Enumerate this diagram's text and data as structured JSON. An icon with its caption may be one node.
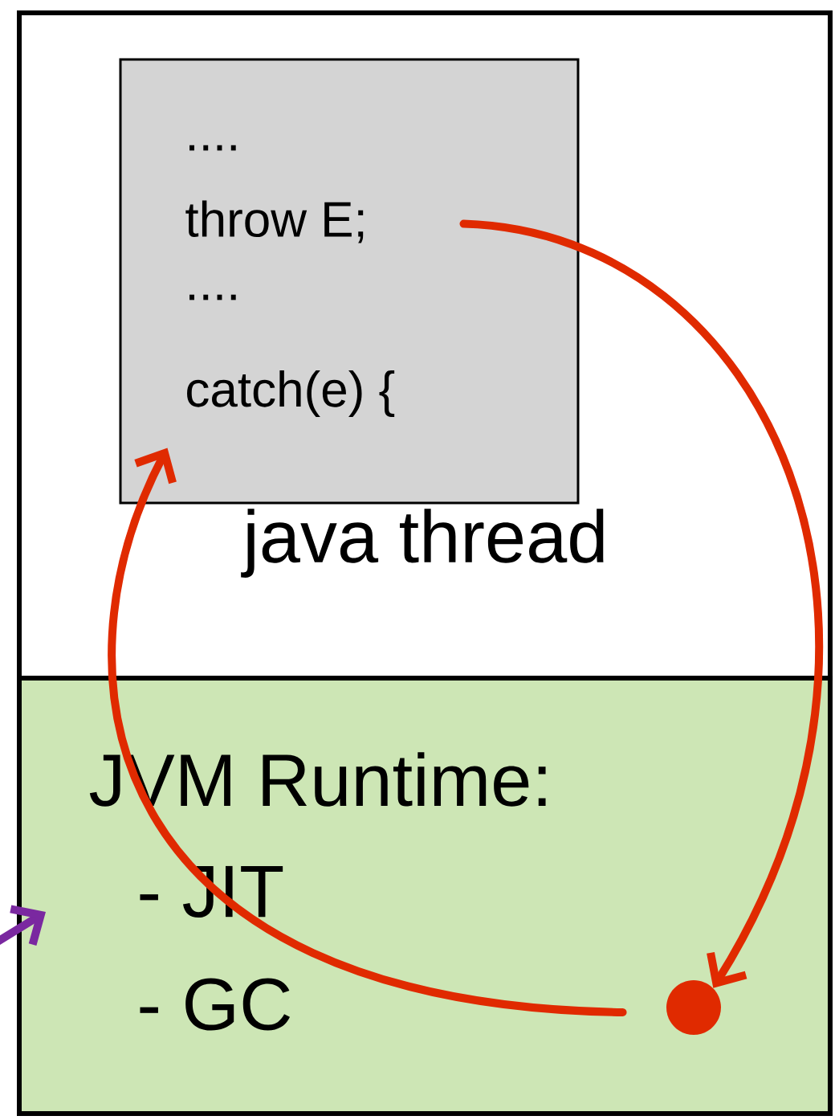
{
  "diagram": {
    "nodes": [
      {
        "text": [
          "java thread"
        ]
      },
      {
        "text": [
          "....",
          "throw E;",
          "....",
          "catch(e) {"
        ],
        "in": 0
      },
      {
        "text": [
          "JVM Runtime:",
          "- JIT",
          "- GC"
        ]
      },
      {
        "text": [],
        "shape": "circle",
        "in": 2
      }
    ],
    "edges": [
      {
        "from": 1,
        "to": 3,
        "arrow": "to",
        "color": "#e02a00"
      },
      {
        "from": 3,
        "to": 1,
        "arrow": "to",
        "color": "#e02a00"
      },
      {
        "from": null,
        "to": 2,
        "arrow": "to",
        "color": "#7a28a0"
      }
    ]
  }
}
